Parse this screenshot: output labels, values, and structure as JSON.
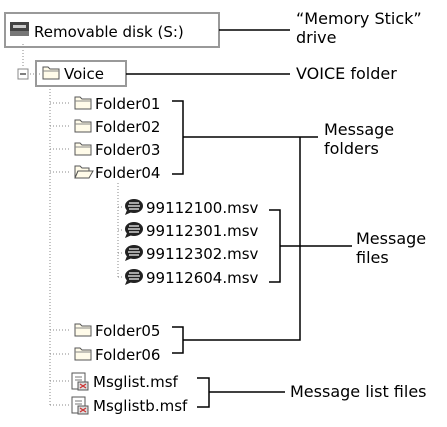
{
  "tree": {
    "root": "Removable disk (S:)",
    "voice": "Voice",
    "folders": [
      "Folder01",
      "Folder02",
      "Folder03",
      "Folder04"
    ],
    "files": [
      "99112100.msv",
      "99112301.msv",
      "99112302.msv",
      "99112604.msv"
    ],
    "folders_lower": [
      "Folder05",
      "Folder06"
    ],
    "list_files": [
      "Msglist.msf",
      "Msglistb.msf"
    ]
  },
  "labels": {
    "drive_line1": "“Memory Stick”",
    "drive_line2": "drive",
    "voice_folder": "VOICE folder",
    "message_folders_line1": "Message",
    "message_folders_line2": "folders",
    "message_files_line1": "Message",
    "message_files_line2": "files",
    "message_list_files": "Message list files"
  }
}
